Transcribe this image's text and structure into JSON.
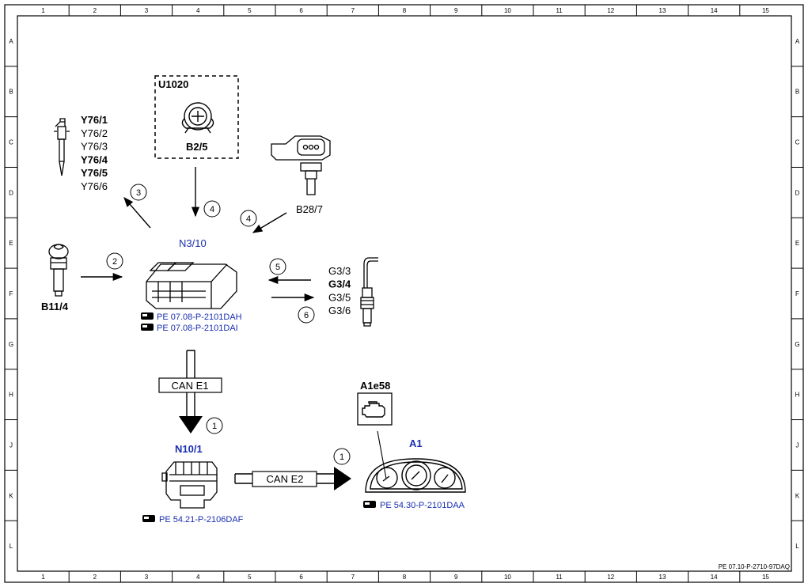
{
  "grid": {
    "columns": [
      "1",
      "2",
      "3",
      "4",
      "5",
      "6",
      "7",
      "8",
      "9",
      "10",
      "11",
      "12",
      "13",
      "14",
      "15"
    ],
    "rows": [
      "A",
      "B",
      "C",
      "D",
      "E",
      "F",
      "G",
      "H",
      "J",
      "K",
      "L"
    ]
  },
  "components": {
    "u1020": "U1020",
    "b2_5": "B2/5",
    "b28_7": "B28/7",
    "b11_4": "B11/4",
    "n3_10": "N3/10",
    "n10_1": "N10/1",
    "a1": "A1",
    "a1e58": "A1e58",
    "y76": [
      "Y76/1",
      "Y76/2",
      "Y76/3",
      "Y76/4",
      "Y76/5",
      "Y76/6"
    ],
    "g3": [
      "G3/3",
      "G3/4",
      "G3/5",
      "G3/6"
    ]
  },
  "references": {
    "n3_10_a": "PE 07.08-P-2101DAH",
    "n3_10_b": "PE 07.08-P-2101DAI",
    "n10_1": "PE 54.21-P-2106DAF",
    "a1": "PE 54.30-P-2101DAA"
  },
  "buses": {
    "can_e1": "CAN E1",
    "can_e2": "CAN E2"
  },
  "steps": {
    "s1a": "1",
    "s1b": "1",
    "s2": "2",
    "s3": "3",
    "s4a": "4",
    "s4b": "4",
    "s5": "5",
    "s6": "6"
  },
  "doc_id": "PE 07.10-P-2710-97DAQ",
  "colors": {
    "reference_blue": "#1a2fb0",
    "line": "#000000"
  }
}
